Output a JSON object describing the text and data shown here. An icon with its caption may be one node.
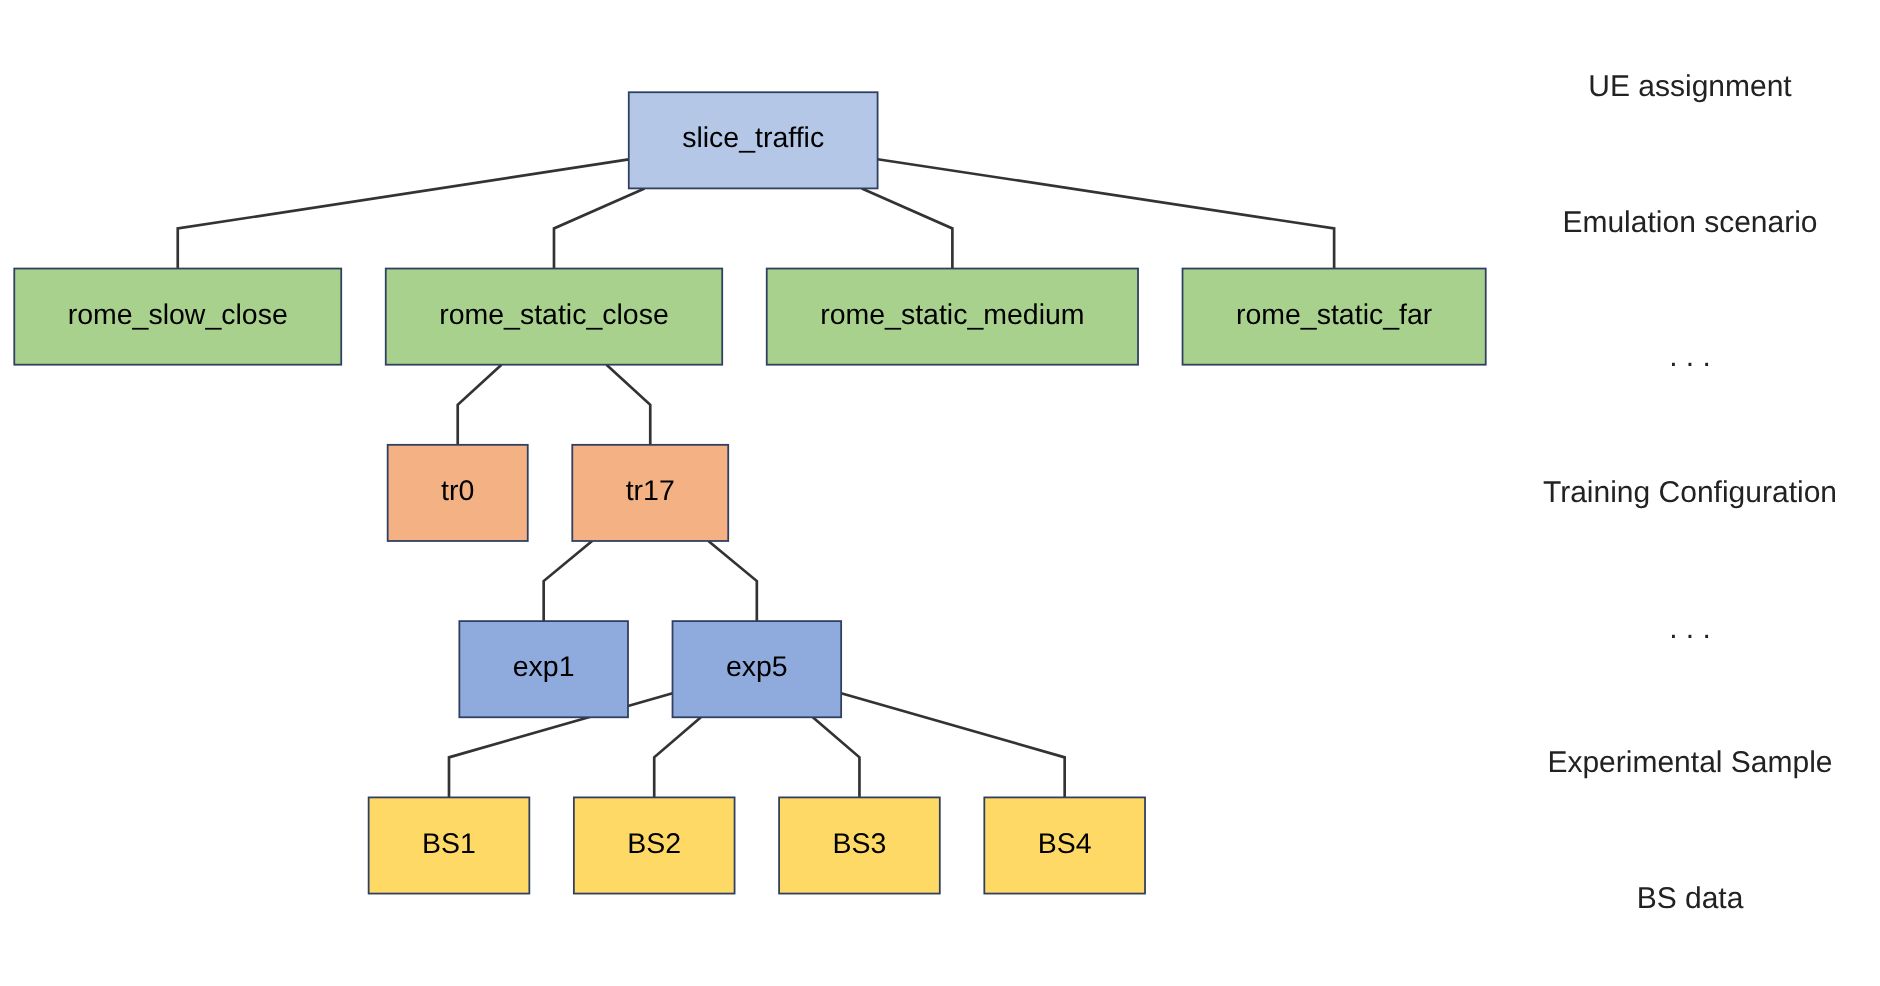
{
  "diagram": {
    "nodes": [
      {
        "text": [
          "slice_traffic"
        ]
      },
      {
        "text": [
          "rome_slow_close"
        ]
      },
      {
        "text": [
          "rome_static_close"
        ]
      },
      {
        "text": [
          "rome_static_medium"
        ]
      },
      {
        "text": [
          "rome_static_far"
        ]
      },
      {
        "text": [
          "tr0"
        ]
      },
      {
        "text": [
          "tr17"
        ]
      },
      {
        "text": [
          "exp1"
        ]
      },
      {
        "text": [
          "exp5"
        ]
      },
      {
        "text": [
          "BS1"
        ]
      },
      {
        "text": [
          "BS2"
        ]
      },
      {
        "text": [
          "BS3"
        ]
      },
      {
        "text": [
          "BS4"
        ]
      }
    ],
    "edges": [
      {
        "from": 0,
        "to": 1,
        "arrow": "none"
      },
      {
        "from": 0,
        "to": 2,
        "arrow": "none"
      },
      {
        "from": 0,
        "to": 3,
        "arrow": "none"
      },
      {
        "from": 0,
        "to": 4,
        "arrow": "none"
      },
      {
        "from": 2,
        "to": 5,
        "arrow": "none"
      },
      {
        "from": 2,
        "to": 6,
        "arrow": "none"
      },
      {
        "from": 6,
        "to": 7,
        "arrow": "none"
      },
      {
        "from": 6,
        "to": 8,
        "arrow": "none"
      },
      {
        "from": 8,
        "to": 9,
        "arrow": "none"
      },
      {
        "from": 8,
        "to": 10,
        "arrow": "none"
      },
      {
        "from": 8,
        "to": 11,
        "arrow": "none"
      },
      {
        "from": 8,
        "to": 12,
        "arrow": "none"
      }
    ],
    "labels": [
      "UE assignment",
      "Emulation scenario",
      ". . .",
      "Training Configuration",
      ". . .",
      "Experimental Sample",
      "BS data"
    ]
  }
}
